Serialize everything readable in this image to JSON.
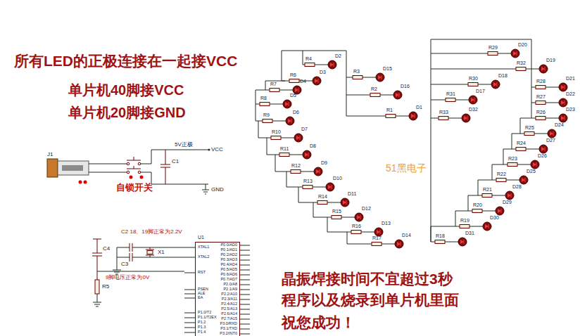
{
  "diagram": {
    "nodes": [
      {
        "text": [
          "U1",
          "XTAL1",
          "XTAL2",
          "RST",
          "PSEN",
          "ALE",
          "EA",
          "P1.0/T2",
          "P1.1/T2EX",
          "P1.2",
          "P1.3",
          "P1.4",
          "P0.0/AD0",
          "P0.1/AD1",
          "P0.2/AD2",
          "P0.3/AD3",
          "P0.4/AD4",
          "P0.5/AD5",
          "P0.6/AD6",
          "P0.7/AD7",
          "P2.0/A8",
          "P2.1/A9",
          "P2.2/A10",
          "P2.3/A11",
          "P2.4/A12",
          "P2.5/A13",
          "P2.6/A14",
          "P2.7/A15",
          "P3.0/RXD",
          "P3.1/TXD",
          "P3.2/INT0"
        ]
      }
    ],
    "labels": [
      "所有LED的正极连接在一起接VCC",
      "单片机40脚接VCC",
      "单片机20脚接GND",
      "晶振焊接时间不宜超过3秒",
      "程序以及烧录到单片机里面",
      "祝您成功！",
      "51黑电子",
      "自锁开关",
      "J1",
      "5V正极",
      "VCC",
      "GND",
      "C1",
      "C2 18、19脚正常为2.2V",
      "C3",
      "C4",
      "X1",
      "R5",
      "9脚电压正常为0V",
      "R4",
      "D2",
      "R3",
      "D15",
      "R2",
      "D16",
      "R1",
      "D1",
      "R6",
      "D3",
      "R7",
      "D4",
      "R8",
      "D5",
      "R9",
      "D6",
      "R10",
      "D7",
      "R11",
      "D8",
      "R12",
      "D9",
      "R13",
      "D10",
      "R14",
      "D11",
      "R15",
      "D12",
      "R16",
      "D13",
      "R17",
      "D14",
      "R29",
      "D20",
      "R32",
      "D19",
      "R30",
      "D18",
      "R31",
      "D17",
      "R33",
      "D32",
      "R28",
      "D21",
      "R27",
      "D22",
      "R26",
      "D23",
      "R25",
      "D24",
      "R24",
      "D27",
      "R23",
      "D26",
      "R22",
      "D25",
      "R21",
      "D28",
      "R20",
      "D29",
      "R19",
      "D30",
      "R18",
      "D31"
    ]
  }
}
